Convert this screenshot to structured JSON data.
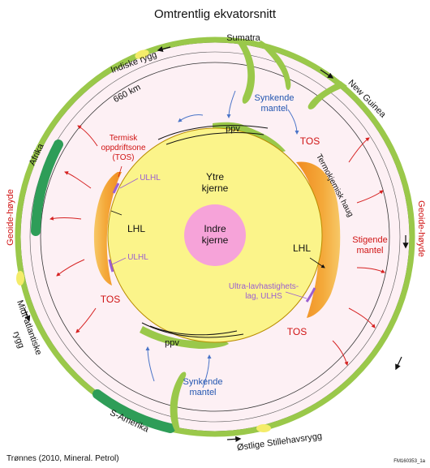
{
  "title": "Omtrentlig ekvatorsnitt",
  "credit": "Trønnes (2010, Mineral. Petrol)",
  "figure_id": "FM160353_1a",
  "surface_features": {
    "sumatra": "Sumatra",
    "indian_ridge": "Indiske rygg",
    "new_guinea": "New Guinea",
    "africa": "Afrika",
    "mid_atlantic": [
      "Midt-atlantiske",
      "rygg"
    ],
    "south_america": "S-Amerika",
    "east_pacific": "Østlige Stillehavsrygg"
  },
  "geoid_labels": {
    "left": "Geoide-høyde",
    "right": "Geoide-høyde"
  },
  "depth_label": "660 km",
  "mantle_labels": {
    "sinking_top": [
      "Synkende",
      "mantel"
    ],
    "sinking_bottom": [
      "Synkende",
      "mantel"
    ],
    "rising": [
      "Stigende",
      "mantel"
    ],
    "thermochemical_pile": "Termokjemisk haug",
    "thermal_buoyancy": [
      "Termisk",
      "oppdriftsone",
      "(TOS)"
    ]
  },
  "tos_labels": [
    "TOS",
    "TOS",
    "TOS"
  ],
  "ppv_labels": [
    "ppv",
    "ppv"
  ],
  "ulhl_labels": [
    "ULHL",
    "ULHL"
  ],
  "lhl_labels": [
    "LHL",
    "LHL"
  ],
  "ulhs_label": [
    "Ultra-lavhastighets-",
    "lag, ULHS"
  ],
  "core": {
    "outer": [
      "Ytre",
      "kjerne"
    ],
    "inner": [
      "Indre",
      "kjerne"
    ]
  },
  "colors": {
    "mantle_fill": "#fdf0f4",
    "outer_core": "#fbf48a",
    "inner_core": "#f6a3d9",
    "plate_green": "#9ac84a",
    "continent_green": "#2e9d58",
    "red_label": "#d01414",
    "blue_label": "#2255b0",
    "arrow_red": "#d62222",
    "arrow_blue": "#4a74c8"
  }
}
